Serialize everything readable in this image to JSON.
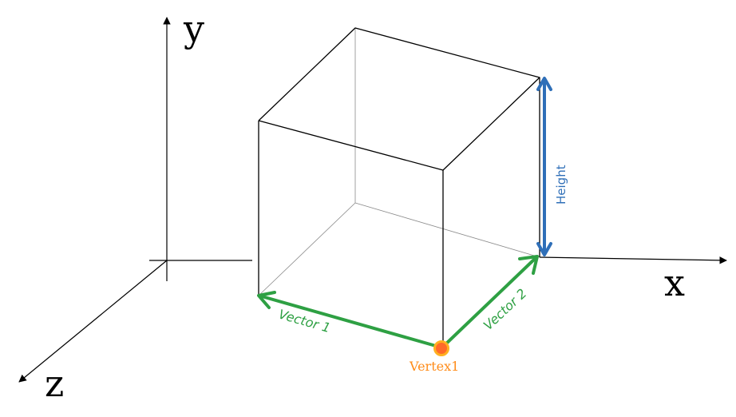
{
  "axes": {
    "x_label": "x",
    "y_label": "y",
    "z_label": "z"
  },
  "annotations": {
    "vector1_label": "Vector 1",
    "vector2_label": "Vector 2",
    "height_label": "Height",
    "vertex_label": "Vertex1"
  },
  "colors": {
    "vector": "#2ea043",
    "height": "#2f6fb8",
    "vertex_fill": "#ff6a2a",
    "vertex_ring": "#ffb020",
    "vertex_text": "#ff8c1a",
    "edge": "#000000",
    "hidden_edge": "#8a8a8a"
  }
}
